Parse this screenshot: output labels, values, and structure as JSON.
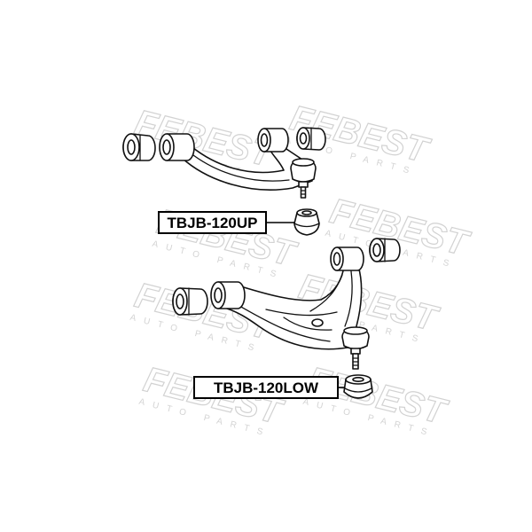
{
  "watermark": {
    "brand": "FEBEST",
    "tagline": "AUTO PARTS"
  },
  "parts": [
    {
      "label": "TBJB-120UP"
    },
    {
      "label": "TBJB-120LOW"
    }
  ]
}
